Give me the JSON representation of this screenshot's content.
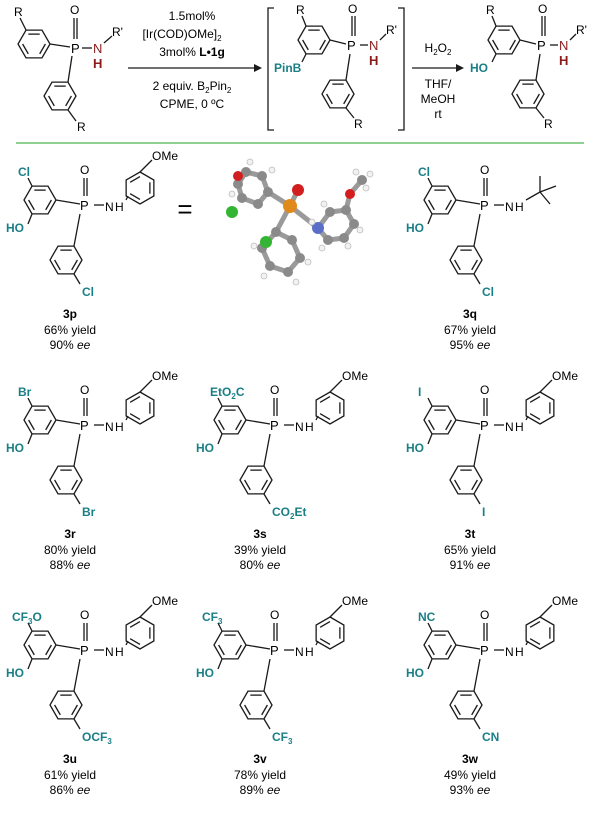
{
  "colors": {
    "teal": "#1a7f86",
    "maroon": "#8b1c1c",
    "bond": "#1a1a1a",
    "divider": "#8fcf8f",
    "carbon": "#8a8a8a",
    "oxygen": "#d21e1e",
    "phosphorus": "#e08a1c",
    "nitrogen": "#5a6ec8",
    "chlorine": "#33b533",
    "hydrogen": "#f0f0f0"
  },
  "scheme": {
    "sm": {
      "r_top": "R",
      "r_bottom": "R",
      "p": "P",
      "o": "O",
      "n": "N",
      "h": "H",
      "rprime": "R'"
    },
    "conditions": {
      "line1": "1.5mol%",
      "line2": "[Ir(COD)OMe]",
      "line2_sub": "2",
      "line3_pre": "3mol% ",
      "line3_bold": "L•1g",
      "line4_pre": "2 equiv. B",
      "line4_sub": "2",
      "line4_mid": "Pin",
      "line4_sub2": "2",
      "line5": "CPME, 0 ºC"
    },
    "intermediate": {
      "r_top": "R",
      "r_bottom": "R",
      "pinb": "PinB",
      "p": "P",
      "o": "O",
      "n": "N",
      "h": "H",
      "rprime": "R'"
    },
    "ox": {
      "line1_pre": "H",
      "line1_sub": "2",
      "line1_post": "O",
      "line1_sub2": "2",
      "line2": "THF/",
      "line3": "MeOH",
      "line4": "rt"
    },
    "product": {
      "r_top": "R",
      "r_bottom": "R",
      "ho": "HO",
      "p": "P",
      "o": "O",
      "n": "N",
      "h": "H",
      "rprime": "R'"
    }
  },
  "equals": "=",
  "compounds": [
    {
      "id": "3p",
      "sub1": "Cl",
      "sub2": "Cl",
      "amine": "aryl",
      "ome": "OMe",
      "yield": "66% yield",
      "ee_num": "90% ",
      "ee": "ee"
    },
    {
      "id": "3q",
      "sub1": "Cl",
      "sub2": "Cl",
      "amine": "tbu",
      "ome": "",
      "yield": "67% yield",
      "ee_num": "95% ",
      "ee": "ee"
    },
    {
      "id": "3r",
      "sub1": "Br",
      "sub2": "Br",
      "amine": "aryl",
      "ome": "OMe",
      "yield": "80% yield",
      "ee_num": "88% ",
      "ee": "ee"
    },
    {
      "id": "3s",
      "sub1": "EtO2C",
      "sub2": "CO2Et",
      "amine": "aryl",
      "ome": "OMe",
      "yield": "39% yield",
      "ee_num": "80% ",
      "ee": "ee"
    },
    {
      "id": "3t",
      "sub1": "I",
      "sub2": "I",
      "amine": "aryl",
      "ome": "OMe",
      "yield": "65% yield",
      "ee_num": "91% ",
      "ee": "ee"
    },
    {
      "id": "3u",
      "sub1": "CF3O",
      "sub2": "OCF3",
      "amine": "aryl",
      "ome": "OMe",
      "yield": "61% yield",
      "ee_num": "86% ",
      "ee": "ee"
    },
    {
      "id": "3v",
      "sub1": "CF3",
      "sub2": "CF3",
      "amine": "aryl",
      "ome": "OMe",
      "yield": "78% yield",
      "ee_num": "89% ",
      "ee": "ee"
    },
    {
      "id": "3w",
      "sub1": "NC",
      "sub2": "CN",
      "amine": "aryl",
      "ome": "OMe",
      "yield": "49% yield",
      "ee_num": "93% ",
      "ee": "ee"
    }
  ],
  "common": {
    "p": "P",
    "o": "O",
    "n": "N",
    "h": "H",
    "ho": "HO"
  }
}
